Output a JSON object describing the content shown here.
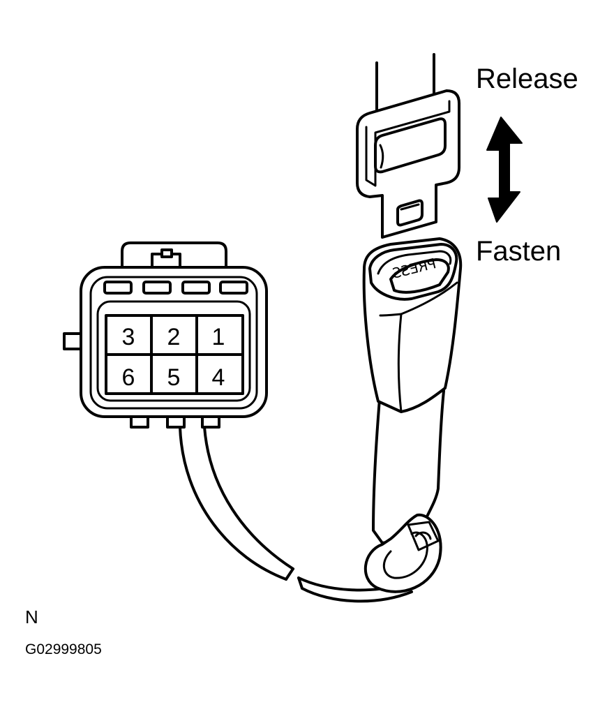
{
  "labels": {
    "release": "Release",
    "fasten": "Fasten",
    "press": "PRESS",
    "orientation": "N",
    "figure_id": "G02999805"
  },
  "connector": {
    "pins": [
      {
        "number": "3"
      },
      {
        "number": "2"
      },
      {
        "number": "1"
      },
      {
        "number": "6"
      },
      {
        "number": "5"
      },
      {
        "number": "4"
      }
    ]
  }
}
